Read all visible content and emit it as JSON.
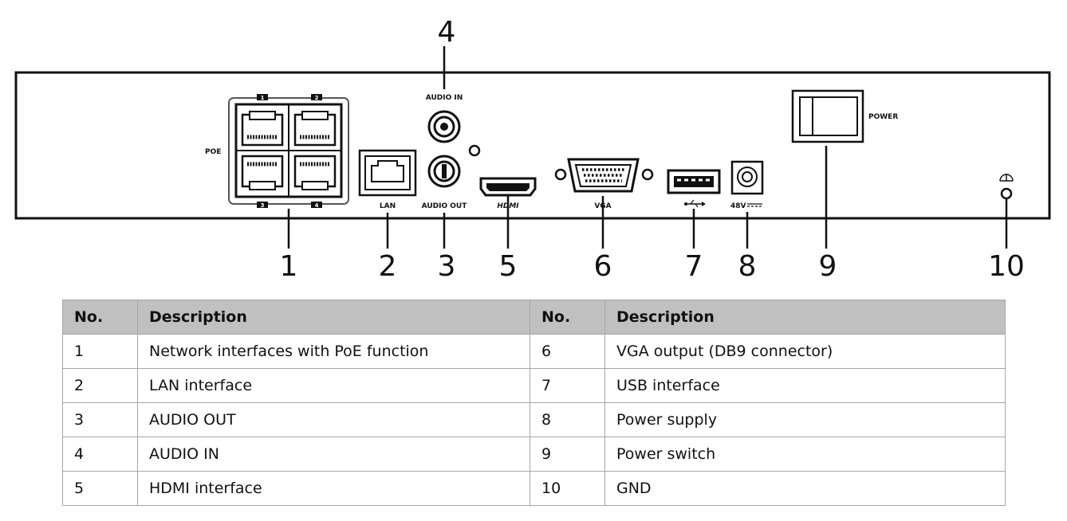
{
  "panel": {
    "labels": {
      "poe": "POE",
      "poe_port_1": "1",
      "poe_port_2": "2",
      "poe_port_3": "3",
      "poe_port_4": "4",
      "lan": "LAN",
      "audio_in": "AUDIO IN",
      "audio_out": "AUDIO OUT",
      "hdmi": "HDMI",
      "vga": "VGA",
      "dc_in": "48V",
      "power": "POWER"
    },
    "callouts": [
      "1",
      "2",
      "3",
      "4",
      "5",
      "6",
      "7",
      "8",
      "9",
      "10"
    ]
  },
  "table": {
    "headers": [
      "No.",
      "Description",
      "No.",
      "Description"
    ],
    "rows": [
      [
        "1",
        "Network interfaces with PoE function",
        "6",
        "VGA output (DB9 connector)"
      ],
      [
        "2",
        "LAN interface",
        "7",
        "USB interface"
      ],
      [
        "3",
        "AUDIO OUT",
        "8",
        "Power supply"
      ],
      [
        "4",
        "AUDIO IN",
        "9",
        "Power switch"
      ],
      [
        "5",
        "HDMI interface",
        "10",
        "GND"
      ]
    ]
  }
}
